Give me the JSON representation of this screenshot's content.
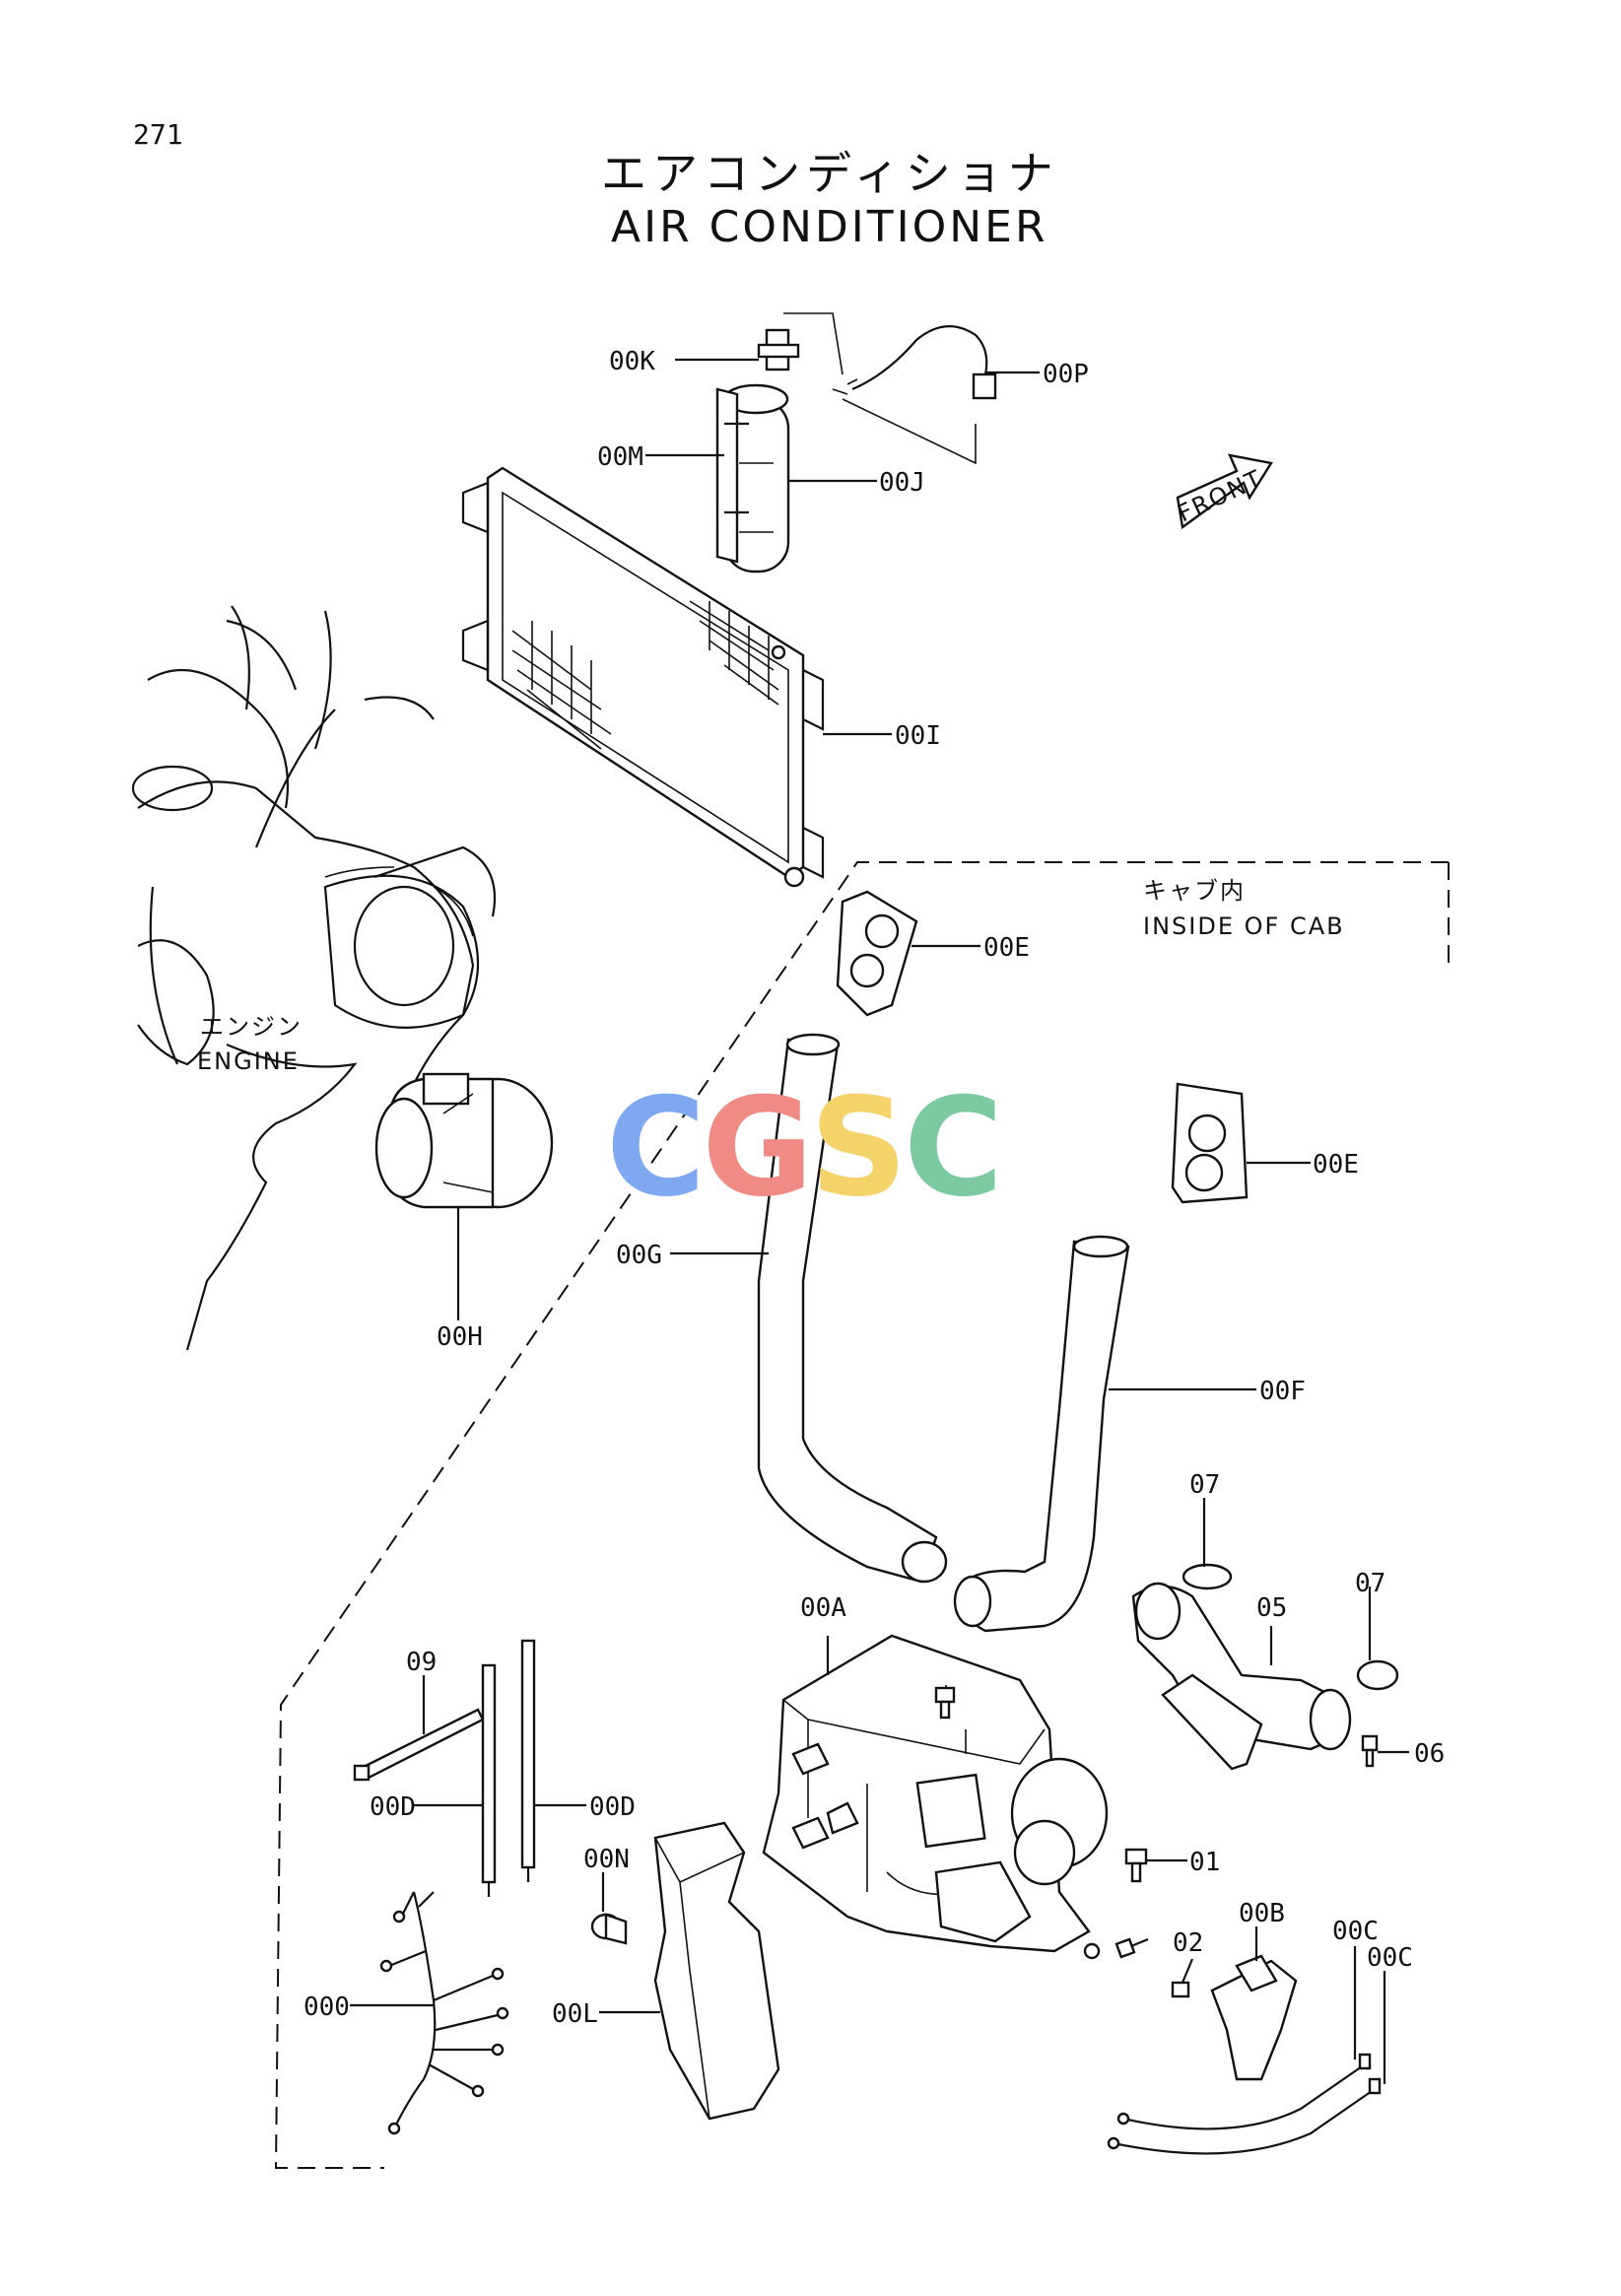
{
  "page_number": "271",
  "title_jp": "エアコンディショナ",
  "title_en": "AIR CONDITIONER",
  "front_label": "FRONT",
  "cab_note": {
    "jp": "キャブ内",
    "en": "INSIDE OF CAB"
  },
  "engine_note": {
    "jp": "エンジン",
    "en": "ENGINE"
  },
  "watermark": {
    "text": "CGSC",
    "letters": [
      "C",
      "G",
      "S",
      "C"
    ],
    "colors": [
      "#7fa8f0",
      "#f08a84",
      "#f3d36a",
      "#7cc9a2"
    ]
  },
  "callouts": {
    "k": "00K",
    "p": "00P",
    "m": "00M",
    "j": "00J",
    "i": "00I",
    "e1": "00E",
    "e2": "00E",
    "g": "00G",
    "h": "00H",
    "f": "00F",
    "c07a": "07",
    "c07b": "07",
    "c05": "05",
    "c06": "06",
    "a": "00A",
    "c09": "09",
    "d1": "00D",
    "d2": "00D",
    "n": "00N",
    "c01": "01",
    "b": "00B",
    "c02": "02",
    "c1": "00C",
    "c2": "00C",
    "o": "000",
    "l": "00L"
  }
}
